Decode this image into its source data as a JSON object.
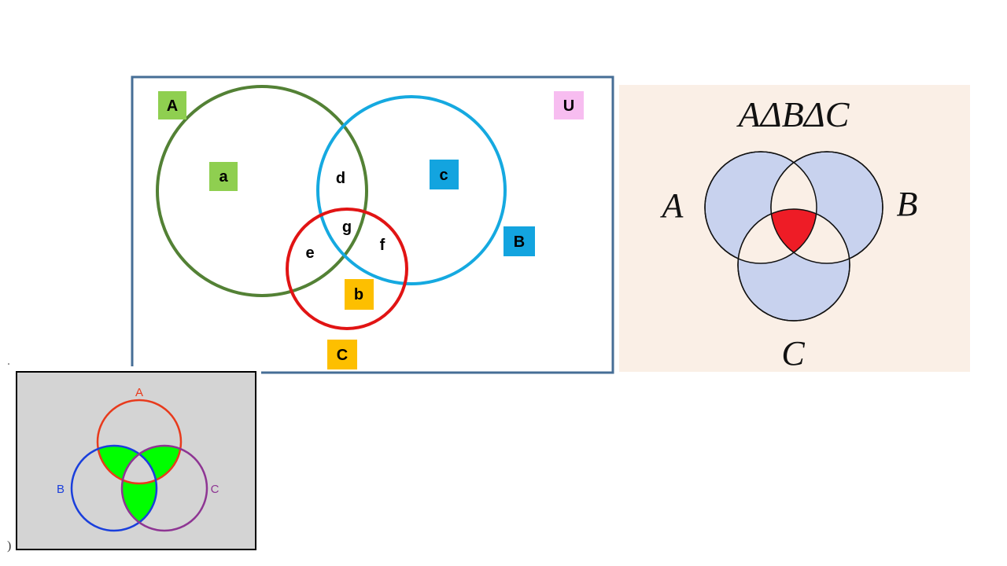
{
  "main_diagram": {
    "universe_label": "U",
    "set_labels": {
      "A": "A",
      "B": "B",
      "C": "C"
    },
    "regions": {
      "a": "a",
      "b": "b",
      "c": "c",
      "d": "d",
      "e": "e",
      "f": "f",
      "g": "g"
    },
    "colors": {
      "frame": "#466e96",
      "circle_a": "#538135",
      "circle_b": "#15a9e0",
      "circle_c": "#e11414",
      "label_a_bg": "#8fcf50",
      "label_b_bg": "#13a4df",
      "label_c_bg": "#fdbf00",
      "label_u_bg": "#f7bdf0"
    }
  },
  "symmetric_difference_diagram": {
    "title": "AΔBΔC",
    "set_labels": {
      "A": "A",
      "B": "B",
      "C": "C"
    },
    "colors": {
      "background": "#faefe6",
      "circle_fill": "#c8d2ee",
      "center_fill": "#ee1c26"
    }
  },
  "inset_diagram": {
    "set_labels": {
      "A": "A",
      "B": "B",
      "C": "C"
    },
    "colors": {
      "background": "#d4d4d4",
      "circle_a": "#e83a1c",
      "circle_b": "#1a3fdc",
      "circle_c": "#8e3593",
      "highlight": "#00ff00"
    }
  },
  "stray_text": ")"
}
